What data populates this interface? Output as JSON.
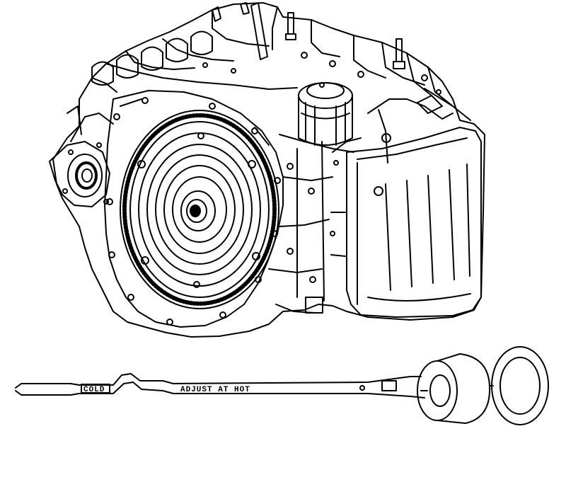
{
  "illustration": {
    "subject": "transmission-assembly",
    "colors": {
      "ink": "#000000",
      "paper": "#ffffff"
    }
  },
  "dipstick": {
    "label_left": "COLD",
    "label_main": "ADJUST AT HOT"
  }
}
